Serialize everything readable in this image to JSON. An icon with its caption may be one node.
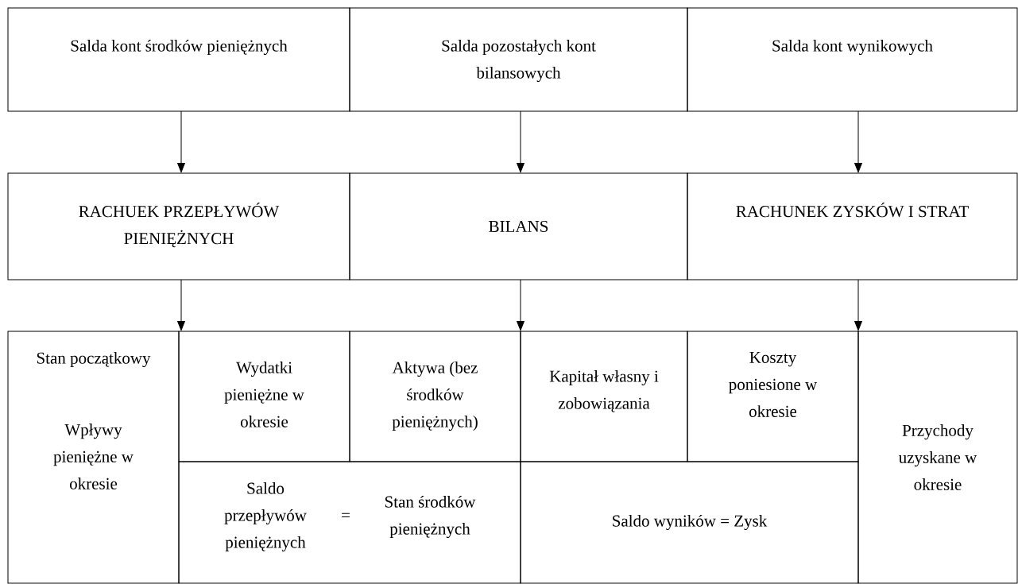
{
  "diagram": {
    "nodes": [
      {
        "text": [
          "Salda kont środków pieniężnych"
        ]
      },
      {
        "text": [
          "Salda pozostałych kont bilansowych"
        ]
      },
      {
        "text": [
          "Salda kont wynikowych"
        ]
      },
      {
        "text": [
          "RACHUEK PRZEPŁYWÓW PIENIĘŻNYCH"
        ]
      },
      {
        "text": [
          "BILANS"
        ]
      },
      {
        "text": [
          "RACHUNEK ZYSKÓW I STRAT"
        ]
      },
      {
        "text": [
          "Stan początkowy",
          "Wpływy pieniężne w okresie"
        ]
      },
      {
        "text": [
          "Wydatki pieniężne w okresie"
        ]
      },
      {
        "text": [
          "Aktywa (bez środków pieniężnych)"
        ]
      },
      {
        "text": [
          "Kapitał własny i zobowiązania"
        ]
      },
      {
        "text": [
          "Koszty poniesione w okresie"
        ]
      },
      {
        "text": [
          "Przychody uzyskane w okresie"
        ]
      },
      {
        "text": [
          "Saldo przepływów pieniężnych",
          "=",
          "Stan środków pieniężnych"
        ]
      },
      {
        "text": [
          "Saldo wyników = Zysk"
        ]
      }
    ],
    "edges": [
      {
        "from": 0,
        "to": 3,
        "arrow": "to"
      },
      {
        "from": 1,
        "to": 4,
        "arrow": "to"
      },
      {
        "from": 2,
        "to": 5,
        "arrow": "to"
      },
      {
        "from": 3,
        "to": 6,
        "arrow": "to"
      },
      {
        "from": 4,
        "to": 8,
        "arrow": "to"
      },
      {
        "from": 5,
        "to": 10,
        "arrow": "to"
      }
    ]
  }
}
